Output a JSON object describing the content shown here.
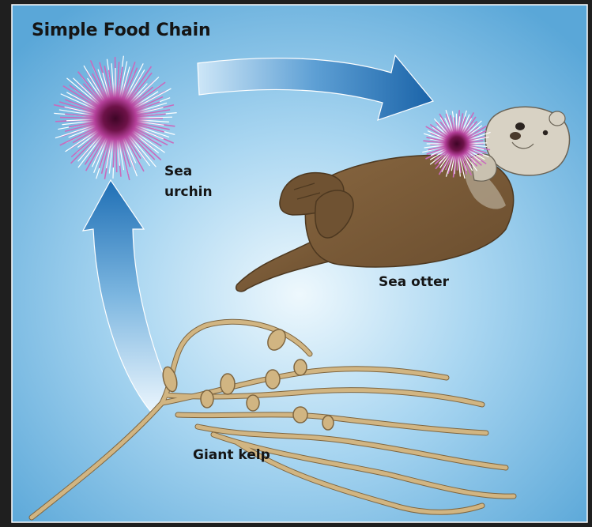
{
  "diagram": {
    "title": "Simple Food Chain",
    "nodes": {
      "sea_urchin": {
        "line1": "Sea",
        "line2": "urchin"
      },
      "sea_otter": "Sea otter",
      "giant_kelp": "Giant kelp"
    },
    "edges": [
      {
        "from": "Giant kelp",
        "to": "Sea urchin"
      },
      {
        "from": "Sea urchin",
        "to": "Sea otter"
      }
    ]
  },
  "colors": {
    "background_edge": "#5aa7d8",
    "background_center": "#e6f4fc",
    "arrow": "#1f6fb5",
    "urchin_spines": "#d07cc4",
    "urchin_core": "#5a0c3a",
    "otter_body": "#7a5b39",
    "otter_face": "#d8d2c4",
    "kelp": "#c9ac76"
  }
}
